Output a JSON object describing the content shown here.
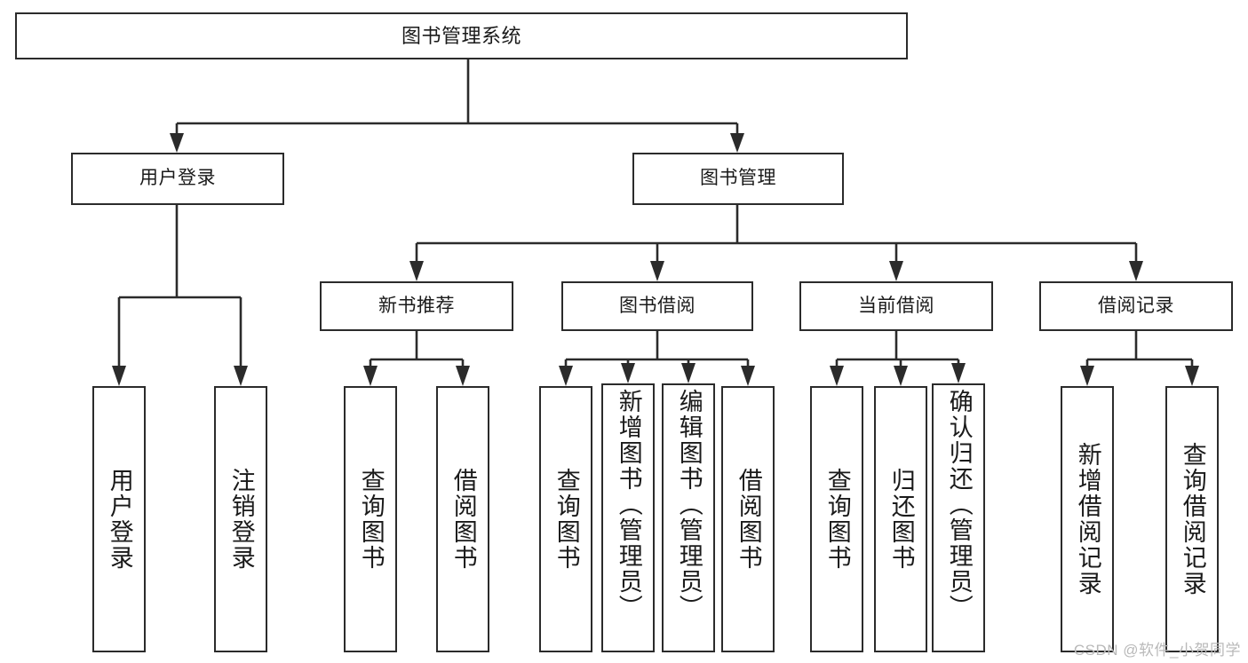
{
  "diagram": {
    "type": "tree",
    "title": "图书管理系统",
    "levels": 4,
    "root": {
      "label": "图书管理系统"
    },
    "level2": [
      {
        "label": "用户登录"
      },
      {
        "label": "图书管理"
      }
    ],
    "level3": [
      {
        "label": "新书推荐"
      },
      {
        "label": "图书借阅"
      },
      {
        "label": "当前借阅"
      },
      {
        "label": "借阅记录"
      }
    ],
    "leaves": {
      "user_login": [
        {
          "label": "用户登录"
        },
        {
          "label": "注销登录"
        }
      ],
      "new_book_recommend": [
        {
          "label": "查询图书"
        },
        {
          "label": "借阅图书"
        }
      ],
      "book_borrow": [
        {
          "label": "查询图书"
        },
        {
          "label": "新增图书（管理员）"
        },
        {
          "label": "编辑图书（管理员）"
        },
        {
          "label": "借阅图书"
        }
      ],
      "current_borrow": [
        {
          "label": "查询图书"
        },
        {
          "label": "归还图书"
        },
        {
          "label": "确认归还（管理员）"
        }
      ],
      "borrow_record": [
        {
          "label": "新增借阅记录"
        },
        {
          "label": "查询借阅记录"
        }
      ]
    },
    "colors": {
      "stroke": "#2b2b2b",
      "fill": "#ffffff",
      "text": "#1a1a1a",
      "watermark": "#b9b9b9"
    }
  },
  "watermark": {
    "text": "CSDN @软件_小贺同学"
  }
}
